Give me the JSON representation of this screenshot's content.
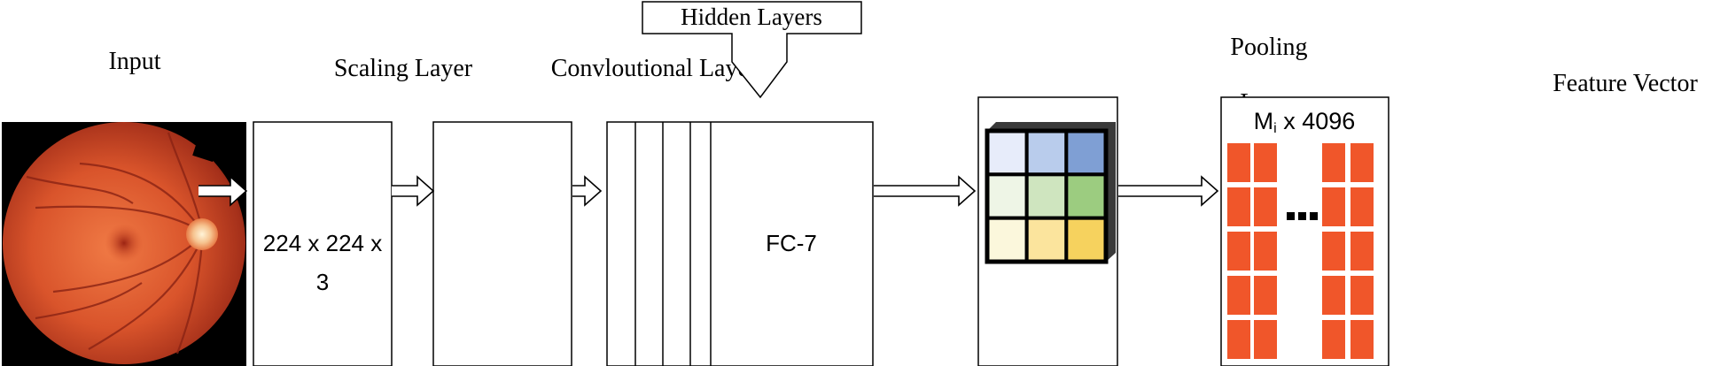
{
  "labels": {
    "input": "Input",
    "scaling": "Scaling Layer",
    "conv": "Convloutional Layer",
    "hidden": "Hidden Layers",
    "pooling_line1": "Pooling",
    "pooling_line2": "Layer",
    "feature": "Feature Vector"
  },
  "boxes": {
    "scaling_line1": "224 x 224 x",
    "scaling_line2": "3",
    "fc7": "FC-7",
    "feature_size": "M",
    "feature_size_sub": "i",
    "feature_size_rest": " x 4096"
  },
  "colors": {
    "retina": "#d9542b",
    "feature_cell": "#f0562a",
    "pool_grid": [
      [
        "#e7ecfa",
        "#b9ccec",
        "#7f9fd4"
      ],
      [
        "#eef5e6",
        "#cfe5bf",
        "#9ccc80"
      ],
      [
        "#fbf7dc",
        "#fbe49d",
        "#f6d25e"
      ]
    ]
  },
  "icons": {
    "arrow": "double-line-arrow-icon",
    "retina": "retina-fundus-image",
    "dots": "ellipsis-icon"
  }
}
